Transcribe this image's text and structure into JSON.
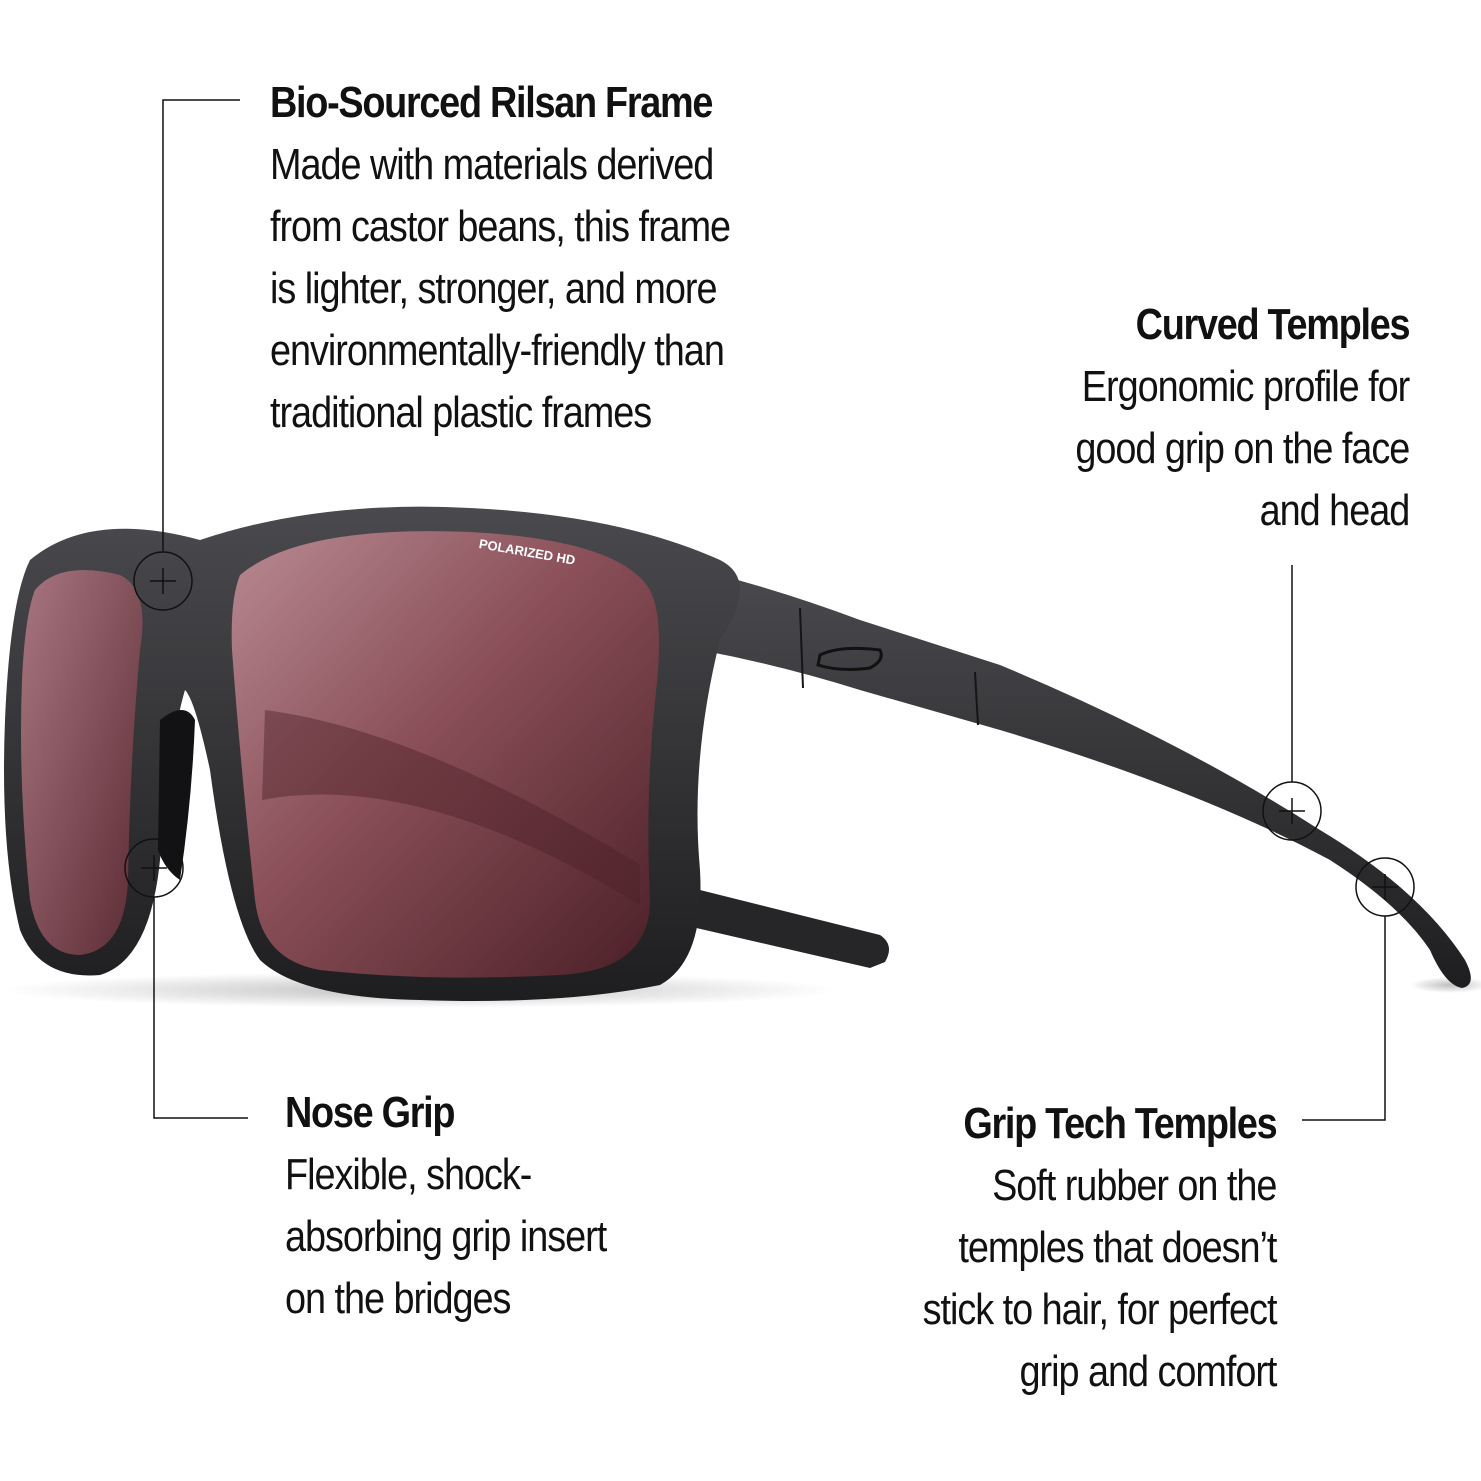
{
  "image": {
    "subject": "sunglasses product feature diagram",
    "lens_label": "POLARIZED HD",
    "colors": {
      "background": "#ffffff",
      "frame": "#2a2a2c",
      "lens": "#6e3a42",
      "text": "#111111"
    }
  },
  "features": [
    {
      "id": "bio-sourced-frame",
      "title": "Bio-Sourced Rilsan Frame",
      "lines": [
        "Made with materials derived",
        "from castor beans, this frame",
        "is lighter, stronger, and more",
        "environmentally-friendly than",
        "traditional plastic frames"
      ]
    },
    {
      "id": "curved-temples",
      "title": "Curved Temples",
      "lines": [
        "Ergonomic profile for",
        "good grip on the face",
        "and head"
      ]
    },
    {
      "id": "nose-grip",
      "title": "Nose Grip",
      "lines": [
        "Flexible, shock-",
        "absorbing grip insert",
        "on the bridges"
      ]
    },
    {
      "id": "grip-tech-temples",
      "title": "Grip Tech Temples",
      "lines": [
        "Soft rubber on the",
        "temples that doesn’t",
        "stick to hair, for perfect",
        "grip and comfort"
      ]
    }
  ]
}
